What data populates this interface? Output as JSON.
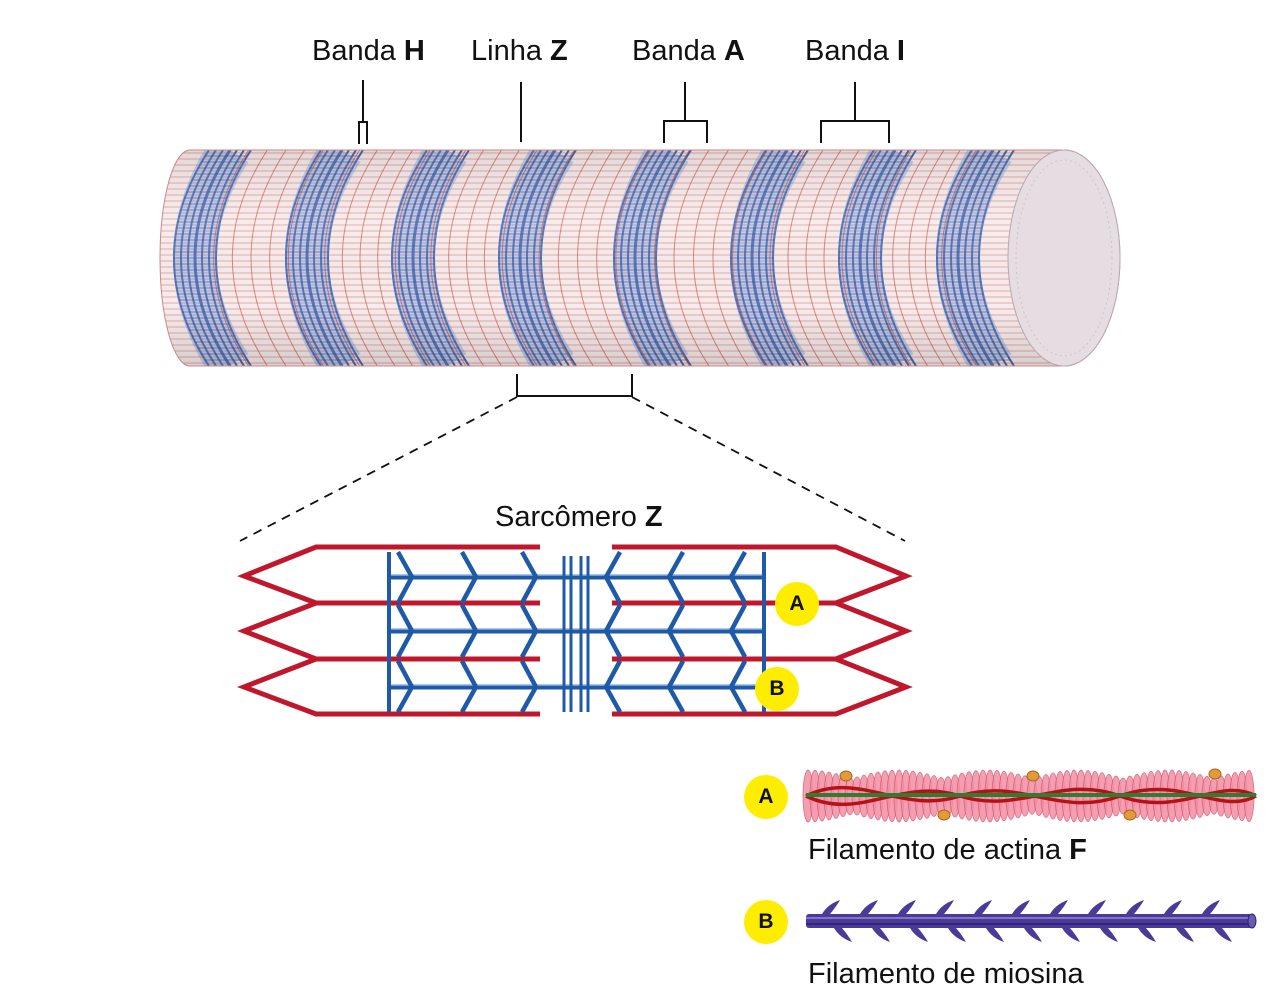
{
  "top_labels": {
    "banda_h": {
      "text": "Banda ",
      "letter": "H"
    },
    "linha_z": {
      "text": "Linha ",
      "letter": "Z"
    },
    "banda_a": {
      "text": "Banda ",
      "letter": "A"
    },
    "banda_i": {
      "text": "Banda ",
      "letter": "I"
    }
  },
  "sarcomere_label": {
    "text": "Sarcômero ",
    "letter": "Z"
  },
  "badges": {
    "a": "A",
    "b": "B"
  },
  "legend": {
    "actin": {
      "badge": "A",
      "text": "Filamento de actina ",
      "letter": "F"
    },
    "myosin": {
      "badge": "B",
      "text": "Filamento de miosina"
    }
  },
  "colors": {
    "actin_red": "#c0172d",
    "myosin_blue": "#1f5aa6",
    "badge_yellow": "#ffed00",
    "actin_pink": "#f0728a",
    "myosin_purple": "#4b3a96"
  }
}
